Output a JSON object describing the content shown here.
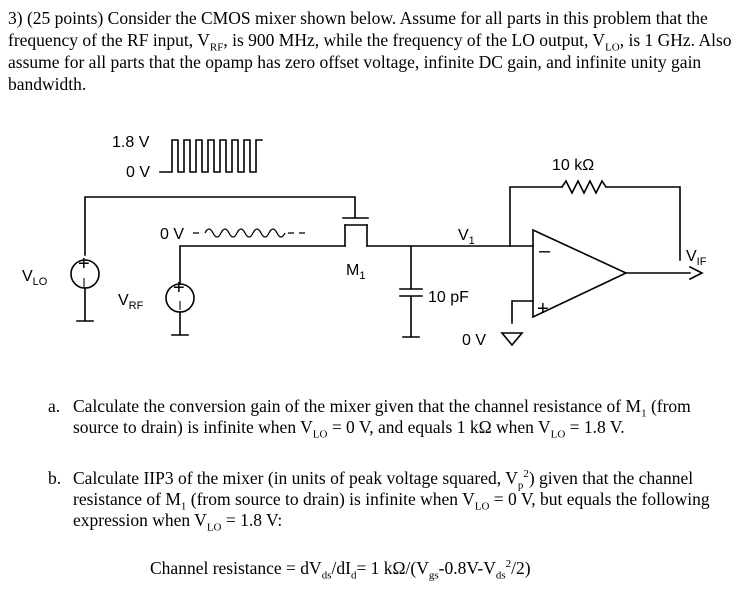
{
  "problem": {
    "number": "3)",
    "points": "(25 points)",
    "intro": "Consider the CMOS mixer shown below.  Assume for all parts in this problem that the frequency of the RF input, V",
    "rf_sub": "RF",
    "mid1": ", is 900 MHz, while the frequency of the LO output, V",
    "lo_sub": "LO",
    "mid2": ", is 1 GHz.  Also assume for all parts that the opamp has zero offset voltage, infinite DC gain, and infinite unity gain bandwidth."
  },
  "circuit": {
    "clock_high": "1.8 V",
    "clock_low": "0 V",
    "rf_zero": "0 V",
    "resistor_value": "10 kΩ",
    "v_lo": "V",
    "v_lo_sub": "LO",
    "v_rf": "V",
    "v_rf_sub": "RF",
    "transistor": "M",
    "transistor_sub": "1",
    "node": "V",
    "node_sub": "1",
    "capacitor_value": "10 pF",
    "ground_label": "0 V",
    "v_if": "V",
    "v_if_sub": "IF",
    "plus": "+",
    "minus": "–"
  },
  "parts": {
    "a_letter": "a.",
    "a_text1": "Calculate the conversion gain of the mixer given that the channel resistance of M",
    "a_sub1": "1",
    "a_text2": " (from source to drain) is infinite when V",
    "a_sub2": "LO",
    "a_text3": " = 0 V, and equals 1 kΩ when V",
    "a_sub3": "LO",
    "a_text4": " = 1.8 V.",
    "b_letter": "b.",
    "b_text1": "Calculate IIP3 of the mixer (in units of peak voltage squared, V",
    "b_sub1": "p",
    "b_sup1": "2",
    "b_text2": ") given that the channel resistance of M",
    "b_sub2": "1",
    "b_text3": " (from source to drain) is infinite when V",
    "b_sub3": "LO",
    "b_text4": " = 0 V, but equals the following expression when V",
    "b_sub4": "LO",
    "b_text5": " = 1.8 V:"
  },
  "formula": {
    "t1": "Channel resistance = dV",
    "s1": "ds",
    "t2": "/dI",
    "s2": "d",
    "t3": "= 1 kΩ/(V",
    "s3": "gs",
    "t4": "-0.8V-V",
    "s4": "ds",
    "sup4": "2",
    "t5": "/2)"
  }
}
